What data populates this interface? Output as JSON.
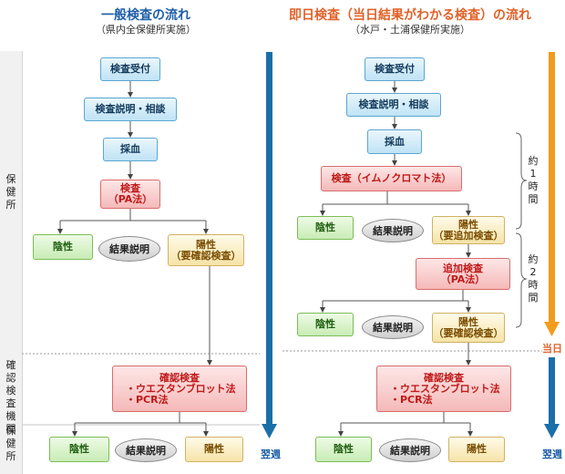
{
  "left": {
    "title": "一般検査の流れ",
    "subtitle": "（県内全保健所実施）",
    "steps": {
      "reception": "検査受付",
      "explain": "検査説明・相談",
      "blood": "採血",
      "test_title": "検査",
      "test_method": "（PA法）",
      "negative": "陰性",
      "result_explain": "結果説明",
      "positive_title": "陽性",
      "positive_sub": "（要確認検査）",
      "confirm_title": "確認検査",
      "confirm_1": "・ウエスタンブロット法",
      "confirm_2": "・PCR法",
      "final_negative": "陰性",
      "final_result_explain": "結果説明",
      "final_positive": "陽性"
    },
    "time_label": "翌週"
  },
  "right": {
    "title": "即日検査（当日結果がわかる検査）の流れ",
    "subtitle": "（水戸・土浦保健所実施）",
    "steps": {
      "reception": "検査受付",
      "explain": "検査説明・相談",
      "blood": "採血",
      "test": "検査（イムノクロマト法）",
      "negative": "陰性",
      "result_explain": "結果説明",
      "positive_title": "陽性",
      "positive_sub": "（要追加検査）",
      "add_test_title": "追加検査",
      "add_test_method": "（PA法）",
      "negative2": "陰性",
      "result_explain2": "結果説明",
      "positive2_title": "陽性",
      "positive2_sub": "（要確認検査）",
      "confirm_title": "確認検査",
      "confirm_1": "・ウエスタンブロット法",
      "confirm_2": "・PCR法",
      "final_negative": "陰性",
      "final_result_explain": "結果説明",
      "final_positive": "陽性"
    },
    "time_1": [
      "約",
      "1",
      "時",
      "間"
    ],
    "time_2": [
      "約",
      "2",
      "時",
      "間"
    ],
    "today_label": "当日",
    "week_label": "翌週"
  },
  "side": {
    "hokenjo_top": [
      "保",
      "健",
      "所"
    ],
    "kakunin": [
      "確",
      "認",
      "検",
      "査",
      "機",
      "関"
    ],
    "hokenjo_bottom": [
      "保",
      "健",
      "所"
    ]
  },
  "colors": {
    "blue_arrow": "#1a6fa8",
    "orange_arrow": "#f29b1d",
    "left_title": "#1f5fa8",
    "right_title": "#e0622a"
  }
}
